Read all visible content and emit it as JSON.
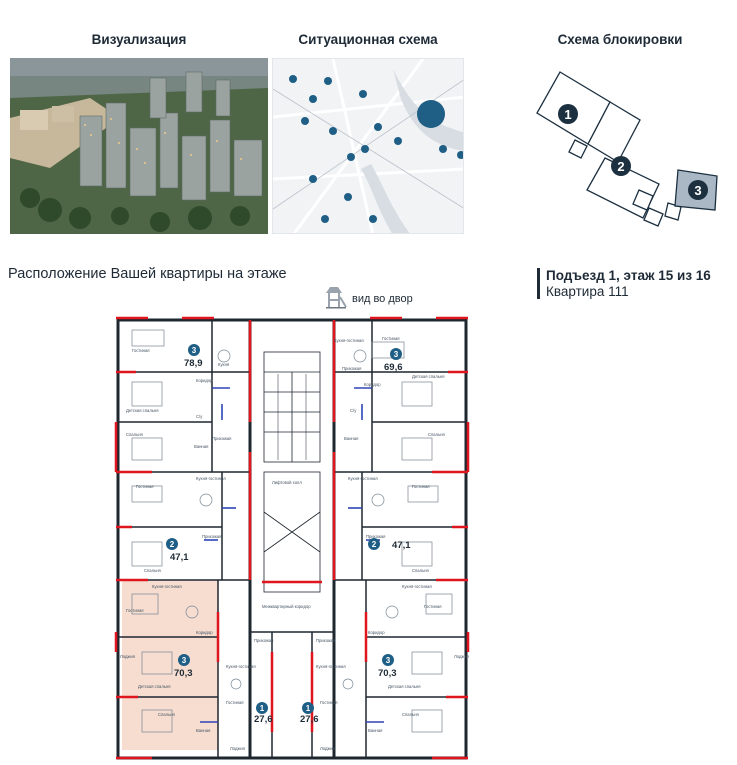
{
  "sections": {
    "visualization_title": "Визуализация",
    "situation_title": "Ситуационная схема",
    "blocking_title": "Схема блокировки"
  },
  "blocking": {
    "blocks": [
      "1",
      "2",
      "3"
    ],
    "highlighted": "3"
  },
  "layout": {
    "heading": "Расположение Вашей квартиры на этаже",
    "entrance_floor": "Подъезд 1, этаж 15 из 16",
    "apartment": "Квартира 111",
    "yard_view": "вид во двор"
  },
  "colors": {
    "wall": "#1e2730",
    "accent_wall": "#e0161e",
    "badge": "#1f5f86",
    "highlight": "#f6ddd0",
    "window": "#2d45b8"
  },
  "apartments": [
    {
      "rooms": "3",
      "area": "78,9"
    },
    {
      "rooms": "3",
      "area": "69,6"
    },
    {
      "rooms": "2",
      "area": "47,1"
    },
    {
      "rooms": "2",
      "area": "47,1"
    },
    {
      "rooms": "3",
      "area": "70,3"
    },
    {
      "rooms": "3",
      "area": "70,3"
    },
    {
      "rooms": "1",
      "area": "27,6"
    },
    {
      "rooms": "1",
      "area": "27,6"
    }
  ],
  "room_labels": {
    "living": "Гостиная",
    "kitchen": "Кухня",
    "kitchen_living": "Кухня-гостиная",
    "bedroom": "Спальня",
    "kids_bedroom": "Детская спальня",
    "hall": "Прихожая",
    "corridor": "Коридор",
    "bath": "Ванная",
    "wc": "С/у",
    "loggia": "Лоджия",
    "elevator_hall": "Лифтовой холл",
    "inter_corridor": "Межквартирный коридор"
  }
}
